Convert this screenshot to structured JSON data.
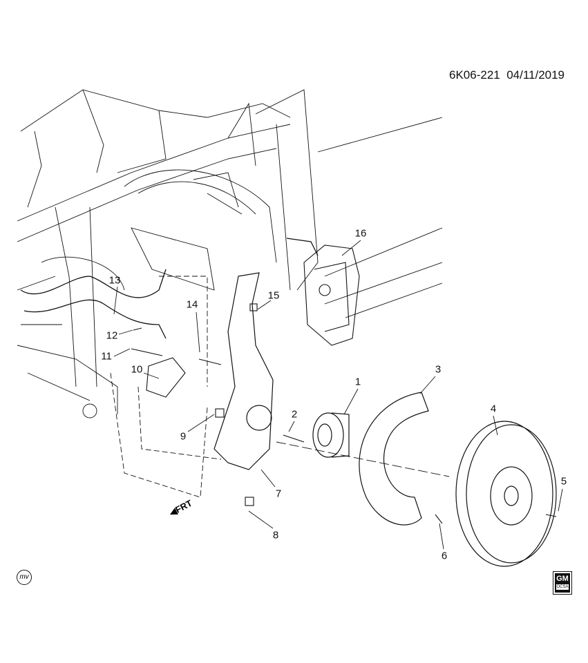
{
  "header": {
    "diagram_id": "6K06-221",
    "date": "04/11/2019"
  },
  "callouts": [
    "1",
    "2",
    "3",
    "4",
    "5",
    "6",
    "7",
    "8",
    "9",
    "10",
    "11",
    "12",
    "13",
    "14",
    "15",
    "16"
  ],
  "front_indicator": {
    "label": "FRT",
    "icon": "arrow-icon"
  },
  "logos": {
    "mv": "mv",
    "gm": "GM",
    "gm_sub": "OCSA"
  }
}
